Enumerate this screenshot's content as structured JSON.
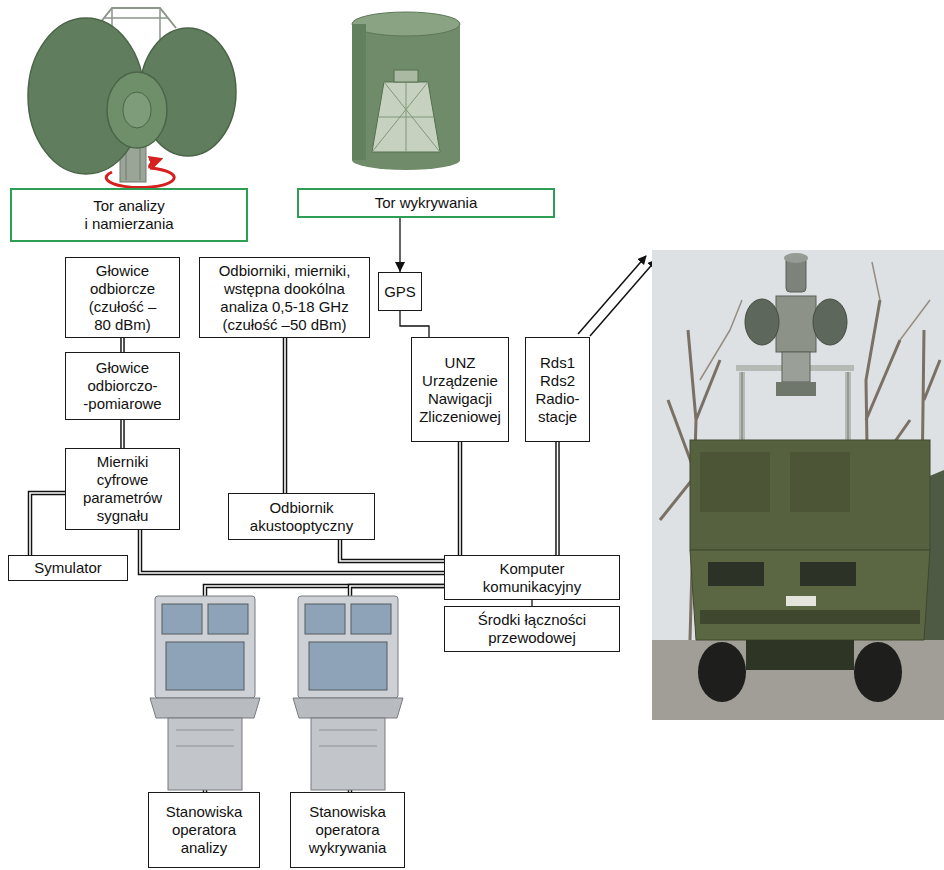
{
  "diagram": {
    "nodes": [
      {
        "text": [
          "Tor analizy i namierzania"
        ]
      },
      {
        "text": [
          "Tor wykrywania"
        ]
      },
      {
        "text": [
          "Głowice odbiorcze (czułość –80 dBm)"
        ]
      },
      {
        "text": [
          "Odbiorniki, mierniki, wstępna dookólna analiza 0,5-18 GHz (czułość –50 dBm)"
        ]
      },
      {
        "text": [
          "GPS"
        ]
      },
      {
        "text": [
          "Głowice odbiorczo- -pomiarowe"
        ]
      },
      {
        "text": [
          "UNZ Urządzenie Nawigacji Zliczeniowej"
        ]
      },
      {
        "text": [
          "Rds1 Rds2 Radio- stacje"
        ]
      },
      {
        "text": [
          "Mierniki cyfrowe parametrów sygnału"
        ]
      },
      {
        "text": [
          "Odbiornik akustooptyczny"
        ]
      },
      {
        "text": [
          "Symulator"
        ]
      },
      {
        "text": [
          "Komputer komunikacyjny"
        ]
      },
      {
        "text": [
          "Środki łączności przewodowej"
        ]
      },
      {
        "text": [
          "Stanowiska operatora analizy"
        ]
      },
      {
        "text": [
          "Stanowiska operatora wykrywania"
        ]
      }
    ],
    "edges": [
      {
        "from": 1,
        "to": 4,
        "arrow": "to"
      },
      {
        "from": 2,
        "to": 5,
        "arrow": "none"
      },
      {
        "from": 3,
        "to": 9,
        "arrow": "none"
      },
      {
        "from": 4,
        "to": 6,
        "arrow": "none"
      },
      {
        "from": 5,
        "to": 8,
        "arrow": "none"
      },
      {
        "from": 6,
        "to": 11,
        "arrow": "none"
      },
      {
        "from": 7,
        "to": 11,
        "arrow": "none"
      },
      {
        "from": 8,
        "to": 10,
        "arrow": "none"
      },
      {
        "from": 8,
        "to": 11,
        "arrow": "none"
      },
      {
        "from": 9,
        "to": 11,
        "arrow": "none"
      },
      {
        "from": 11,
        "to": 12,
        "arrow": "none"
      },
      {
        "from": 11,
        "to": 13,
        "arrow": "none"
      },
      {
        "from": 11,
        "to": 14,
        "arrow": "none"
      }
    ]
  }
}
